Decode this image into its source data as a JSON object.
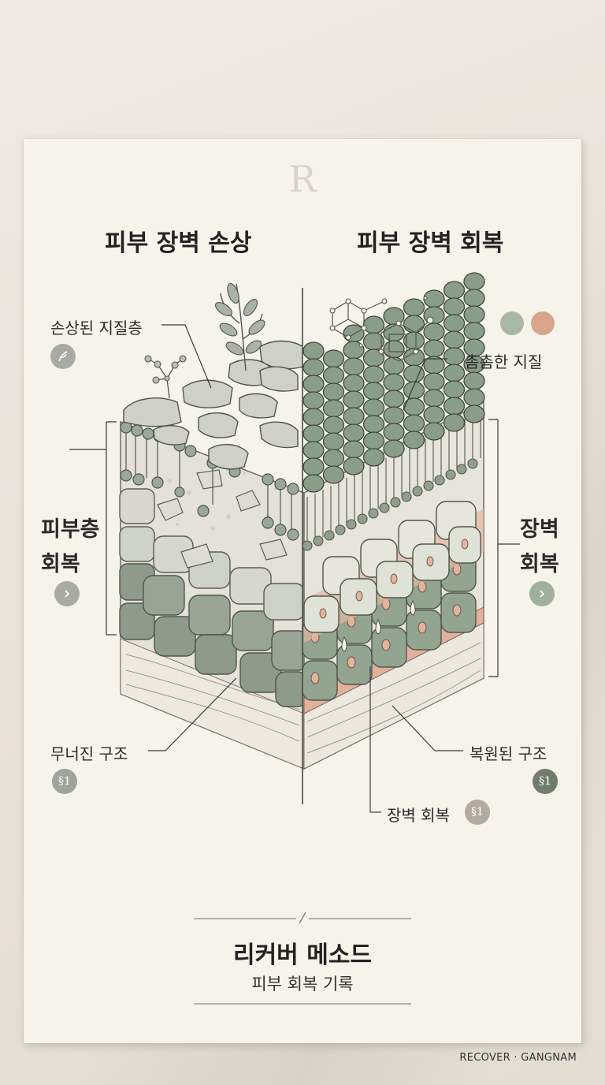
{
  "brand": {
    "logo_letter": "R",
    "footer": "RECOVER · GANGNAM"
  },
  "headings": {
    "left": "피부 장벽 손상",
    "right": "피부 장벽 회복"
  },
  "left_labels": {
    "top": "손상된 지질층",
    "middle_line1": "피부층",
    "middle_line2": "회복",
    "bottom": "무너진 구조",
    "bottom_badge": "§1"
  },
  "right_labels": {
    "top": "촘촘한 지질",
    "middle_line1": "장벽",
    "middle_line2": "회복",
    "bottom": "복원된 구조",
    "bottom_badge": "§1",
    "lower": "장벽 회복",
    "lower_badge": "§1"
  },
  "footer_block": {
    "title": "리커버 메소드",
    "subtitle": "피부 회복 기록"
  },
  "colors": {
    "sage": "#9fb09c",
    "sage_dark": "#7f937c",
    "blush": "#d9a88f",
    "grey_badge": "#a8aba3",
    "dark_badge": "#6f7d6d"
  }
}
